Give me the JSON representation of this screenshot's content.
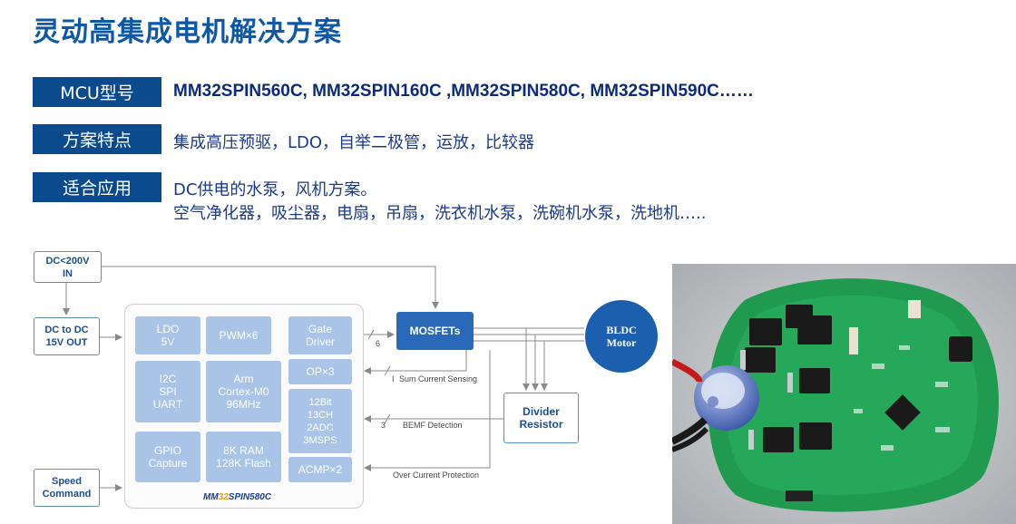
{
  "title": "灵动高集成电机解决方案",
  "rows": [
    {
      "label": "MCU型号",
      "value": "MM32SPIN560C, MM32SPIN160C ,MM32SPIN580C, MM32SPIN590C……"
    },
    {
      "label": "方案特点",
      "value": "集成高压预驱，LDO，自举二极管，运放，比较器"
    },
    {
      "label": "适合应用",
      "value_line1": "DC供电的水泵，风机方案。",
      "value_line2": "空气净化器，吸尘器，电扇，吊扇，洗衣机水泵，洗碗机水泵，洗地机….."
    }
  ],
  "diagram": {
    "dc_in": [
      "DC<200V",
      "IN"
    ],
    "dc_to_dc": [
      "DC to DC",
      "15V OUT"
    ],
    "speed_cmd": [
      "Speed",
      "Command"
    ],
    "ldo": [
      "LDO",
      "5V"
    ],
    "pwm": "PWM×6",
    "gate_driver": [
      "Gate",
      "Driver"
    ],
    "i2c": [
      "I2C",
      "SPI",
      "UART"
    ],
    "arm": [
      "Arm",
      "Cortex-M0",
      "96MHz"
    ],
    "op": "OP×3",
    "adc": [
      "12Bit",
      "13CH",
      "2ADC",
      "3MSPS"
    ],
    "gpio": [
      "GPIO",
      "Capture"
    ],
    "mem": [
      "8K RAM",
      "128K Flash"
    ],
    "acmp": "ACMP×2",
    "chip_name_prefix": "MM",
    "chip_name_accent": "32",
    "chip_name_suffix": "SPIN580C",
    "mosfets": "MOSFETs",
    "motor": [
      "BLDC",
      "Motor"
    ],
    "divider": [
      "Divider",
      "Resistor"
    ],
    "bus_gate": "6",
    "bus_bemf": "3",
    "bus_current": "I",
    "sig_current": "Sum Current Sensing",
    "sig_bemf": "BEMF Detection",
    "sig_oc": "Over Current Protection"
  },
  "colors": {
    "title": "#0f58a6",
    "label_bg": "#0c4a8e",
    "block": "#a9c4e6",
    "mosfet": "#2a69b8",
    "motor": "#1c5fae"
  }
}
